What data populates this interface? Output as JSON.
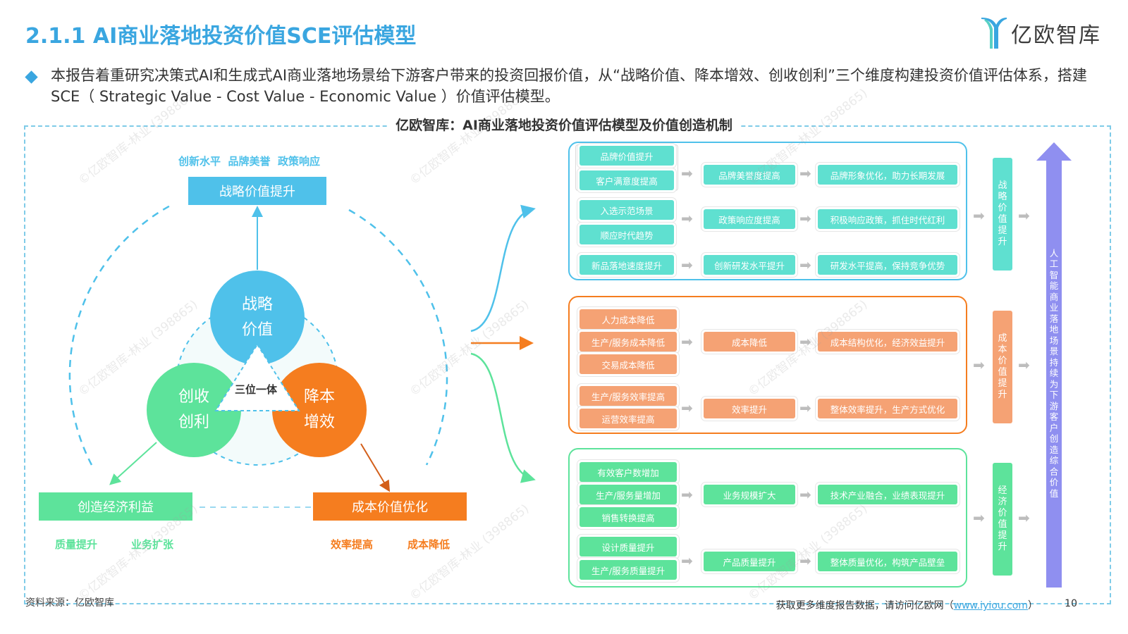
{
  "header": {
    "title": "2.1.1 AI商业落地投资价值SCE评估模型",
    "logo_text": "亿欧智库"
  },
  "intro": {
    "text": "本报告着重研究决策式AI和生成式AI商业落地场景给下游客户带来的投资回报价值，从“战略价值、降本增效、创收创利”三个维度构建投资价值评估体系，搭建SCE（ Strategic Value - Cost Value - Economic Value ）价值评估模型。"
  },
  "diagram": {
    "title": "亿欧智库：AI商业落地投资价值评估模型及价值创造机制",
    "left": {
      "top_keywords": [
        "创新水平",
        "品牌美誉",
        "政策响应"
      ],
      "top_box": "战略价值提升",
      "circles": {
        "strategic": "战略\n价值",
        "cost": "降本\n增效",
        "revenue": "创收\n创利"
      },
      "center_label": "三位一体",
      "bottom_left_box": "创造经济利益",
      "bottom_right_box": "成本价值优化",
      "bottom_left_keywords": [
        "质量提升",
        "业务扩张"
      ],
      "bottom_right_keywords": [
        "效率提高",
        "成本降低"
      ]
    },
    "right": {
      "strategic": {
        "groups": [
          {
            "inputs": [
              "品牌价值提升",
              "客户满意度提高"
            ],
            "middle": "品牌美誉度提高",
            "result": "品牌形象优化，助力长期发展"
          },
          {
            "inputs": [
              "入选示范场景",
              "顺应时代趋势"
            ],
            "middle": "政策响应度提高",
            "result": "积极响应政策，抓住时代红利"
          },
          {
            "inputs": [
              "新品落地速度提升"
            ],
            "middle": "创新研发水平提升",
            "result": "研发水平提高，保持竞争优势"
          }
        ],
        "label": "战略价值提升"
      },
      "cost": {
        "groups": [
          {
            "inputs": [
              "人力成本降低",
              "生产/服务成本降低",
              "交易成本降低"
            ],
            "middle": "成本降低",
            "result": "成本结构优化，经济效益提升"
          },
          {
            "inputs": [
              "生产/服务效率提高",
              "运营效率提高"
            ],
            "middle": "效率提升",
            "result": "整体效率提升，生产方式优化"
          }
        ],
        "label": "成本价值提升"
      },
      "economic": {
        "groups": [
          {
            "inputs": [
              "有效客户数增加",
              "生产/服务量增加",
              "销售转换提高"
            ],
            "middle": "业务规模扩大",
            "result": "技术产业融合，业绩表现提升"
          },
          {
            "inputs": [
              "设计质量提升",
              "生产/服务质量提升"
            ],
            "middle": "产品质量提升",
            "result": "整体质量优化，构筑产品壁垒"
          }
        ],
        "label": "经济价值提升"
      },
      "final_label": "人工智能商业落地场景持续为下游客户创造综合价值"
    },
    "colors": {
      "blue": "#4fc1ea",
      "teal": "#5fe0d0",
      "orange": "#f57d1f",
      "orange_light": "#f5a274",
      "green": "#5de39b",
      "purple": "#8f8ff0"
    }
  },
  "watermark": "©亿欧智库-林业 (398865)",
  "footer": {
    "source": "资料来源：亿欧智库",
    "cta_prefix": "获取更多维度报告数据，请访问亿欧网（",
    "cta_link": "www.iyiou.com",
    "cta_suffix": "）",
    "page": "10"
  }
}
